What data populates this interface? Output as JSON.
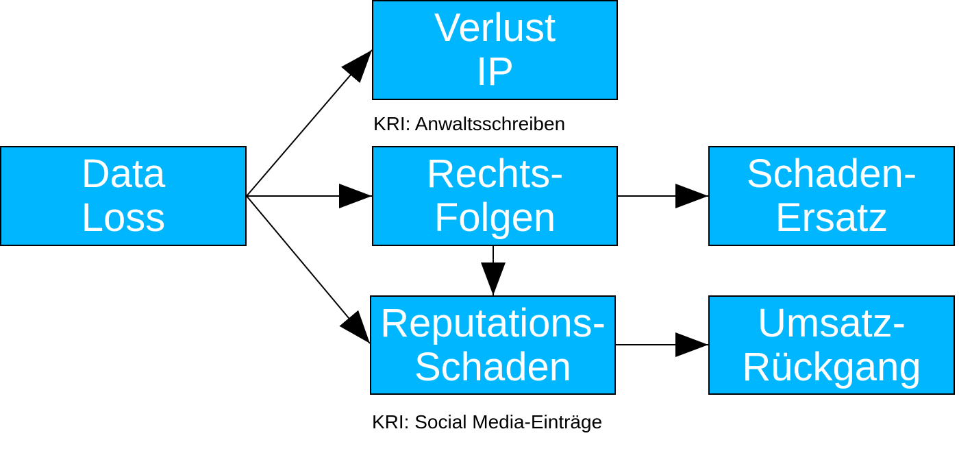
{
  "nodes": {
    "data_loss": {
      "line1": "Data",
      "line2": "Loss"
    },
    "verlust_ip": {
      "line1": "Verlust",
      "line2": "IP"
    },
    "rechtsfolgen": {
      "line1": "Rechts-",
      "line2": "Folgen"
    },
    "reputationsschaden": {
      "line1": "Reputations-",
      "line2": "Schaden"
    },
    "schadenersatz": {
      "line1": "Schaden-",
      "line2": "Ersatz"
    },
    "umsatzrueckgang": {
      "line1": "Umsatz-",
      "line2": "Rückgang"
    }
  },
  "annotations": {
    "kri_verlust_ip": "KRI: Anwaltsschreiben",
    "kri_reputation": "KRI: Social Media-Einträge"
  },
  "colors": {
    "node_fill": "#00b7ff",
    "node_text": "#ffffff",
    "edge": "#000000"
  }
}
